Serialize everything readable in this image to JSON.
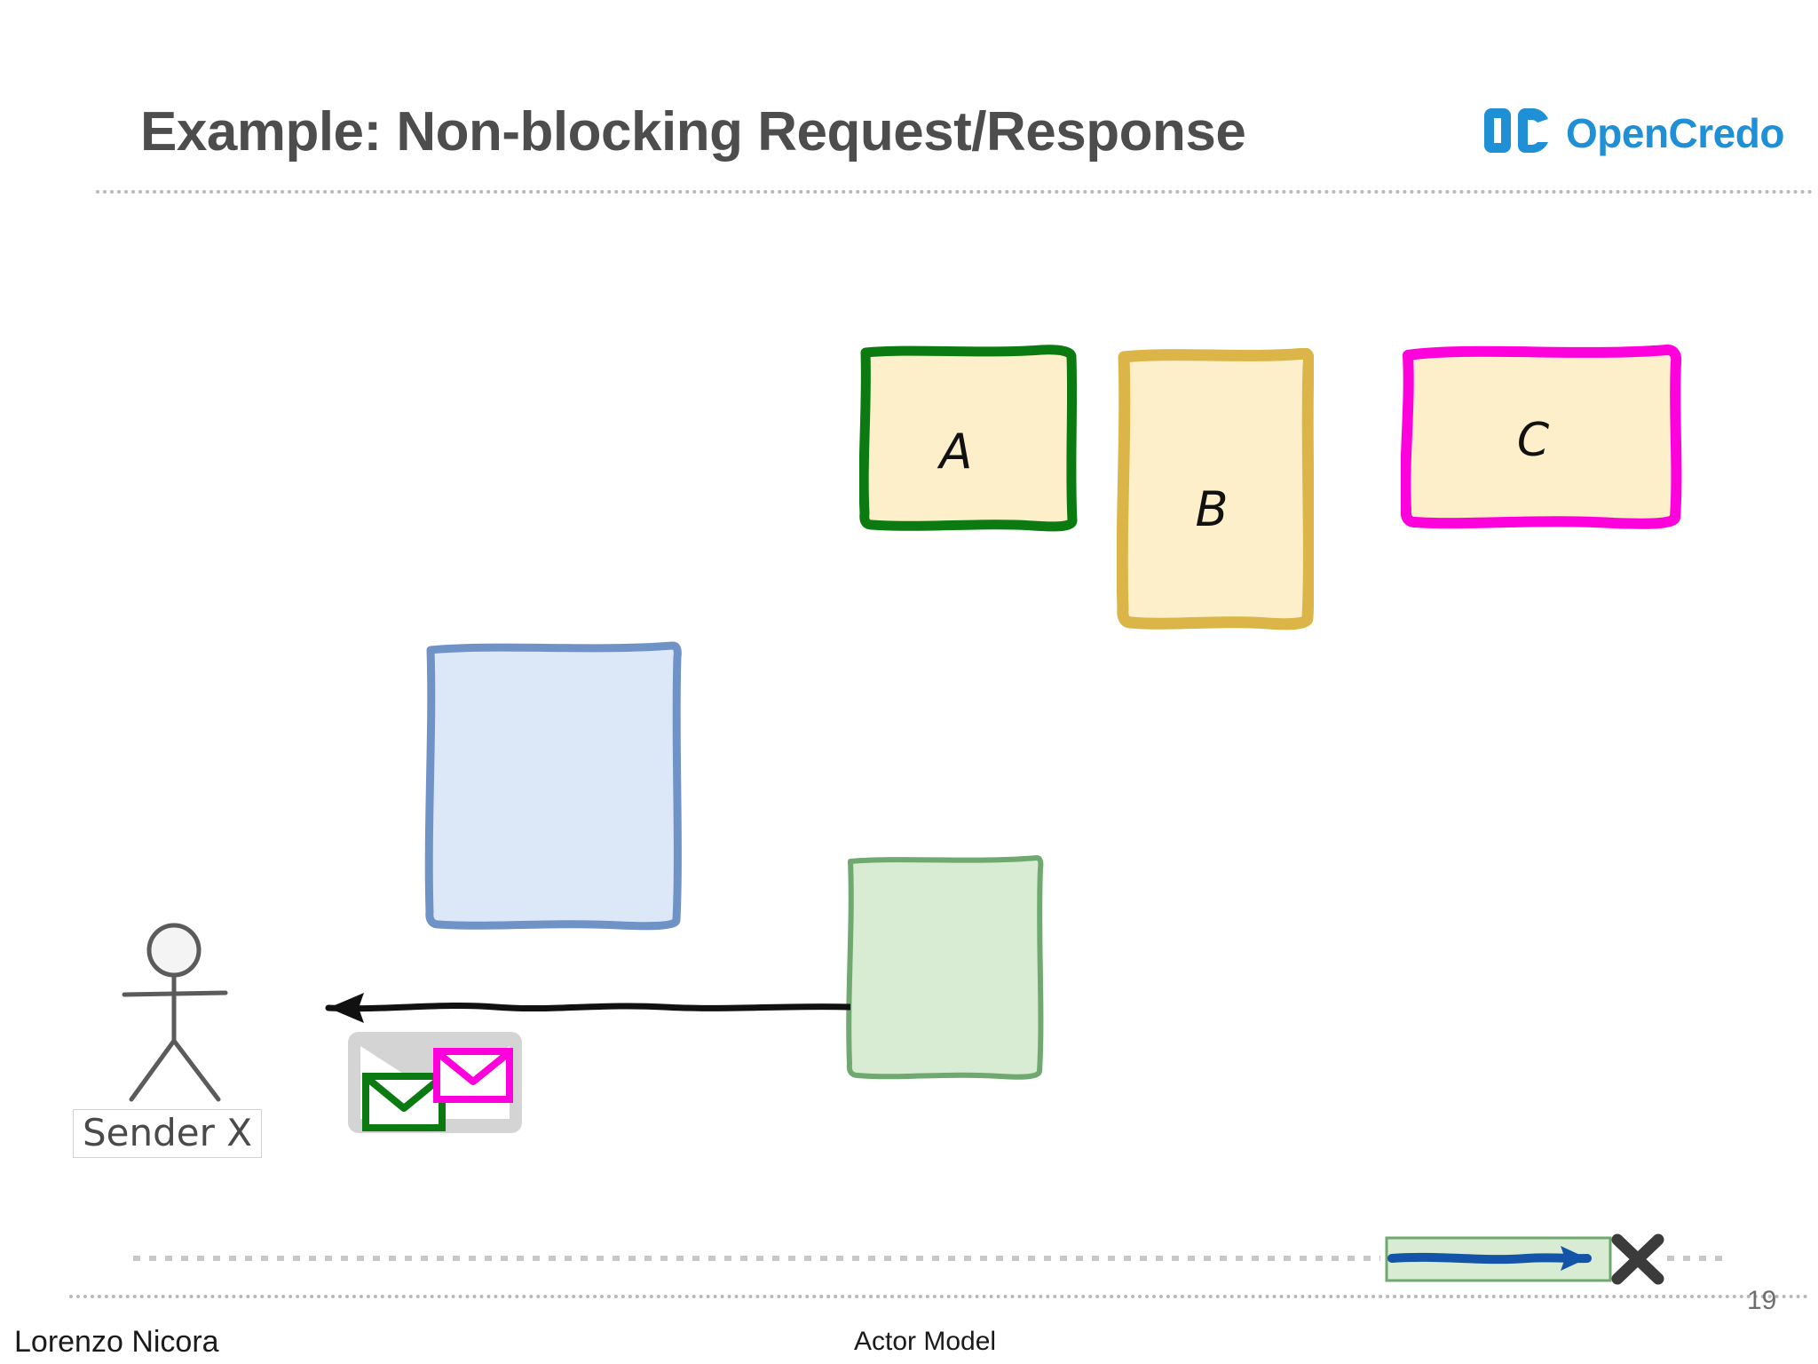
{
  "slide": {
    "title": "Example: Non-blocking Request/Response",
    "background_color": "#ffffff",
    "title_color": "#4d4d4d"
  },
  "logo": {
    "mark": "oc-monogram-icon",
    "text": "OpenCredo",
    "color": "#1f8fd6"
  },
  "diagram": {
    "actor": {
      "figure": "stick-figure-icon",
      "label": "Sender X"
    },
    "mailbox": {
      "icon": "mailbox-envelope-icon",
      "envelopes": [
        {
          "name": "green-envelope-icon",
          "color": "#0b7a10"
        },
        {
          "name": "magenta-envelope-icon",
          "color": "#ff00dd"
        }
      ]
    },
    "response_arrow": {
      "name": "response-arrow-icon",
      "direction": "left",
      "color": "#111111"
    },
    "actor_boxes": [
      {
        "label": "A",
        "border_color": "#0b7a10",
        "fill_color": "#fcefc9"
      },
      {
        "label": "B",
        "border_color": "#d7b košt",
        "fill_color": "#fcefc9"
      },
      {
        "label": "C",
        "border_color": "#ff00dd",
        "fill_color": "#fcefc9"
      }
    ],
    "blank_boxes": [
      {
        "name": "blue-box",
        "border_color": "#6f93c7",
        "fill_color": "#dce7f8"
      },
      {
        "name": "green-box",
        "border_color": "#6fa96f",
        "fill_color": "#d8ecd3"
      }
    ],
    "timeline": {
      "name": "timeline-track",
      "dash_color": "#c8c8c8",
      "segment_fill": "#d8ecd3",
      "segment_border": "#6fa96f",
      "arrow_color": "#1454a8",
      "end_marker": "X"
    }
  },
  "footer": {
    "author": "Lorenzo Nicora",
    "deck_title": "Actor Model",
    "page_number": "19"
  }
}
